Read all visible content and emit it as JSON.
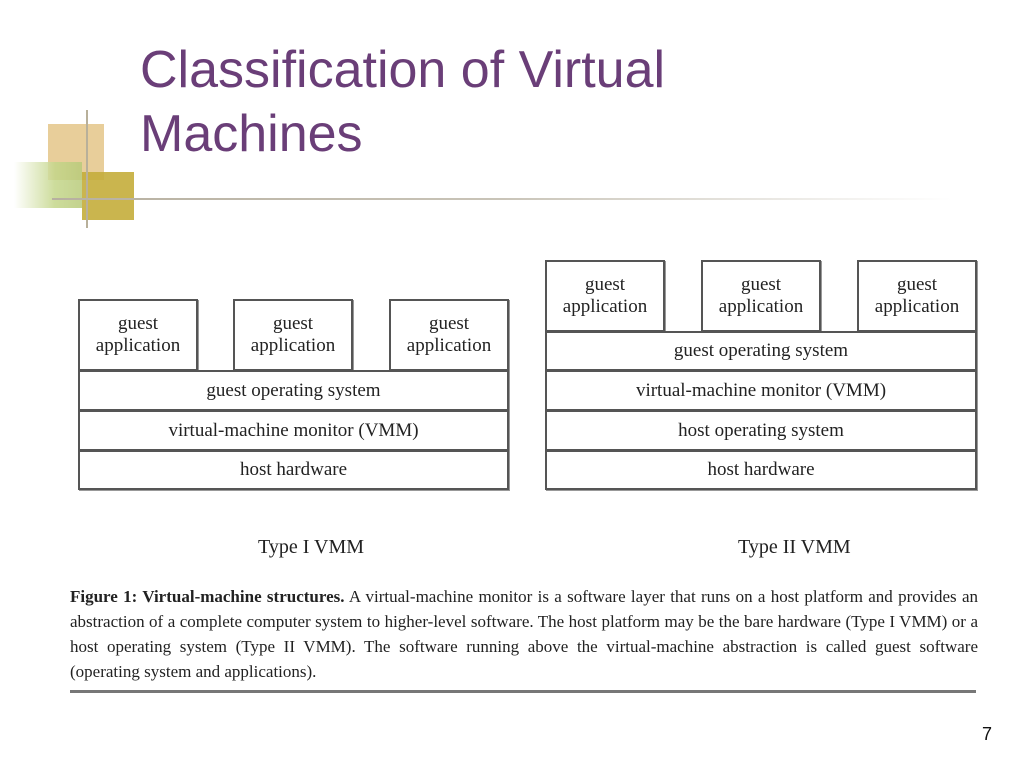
{
  "slide": {
    "title": "Classification of Virtual Machines",
    "page_number": "7"
  },
  "type1": {
    "apps": [
      "guest application",
      "guest application",
      "guest application"
    ],
    "guest_os": "guest operating system",
    "vmm": "virtual-machine monitor (VMM)",
    "hardware": "host hardware",
    "label": "Type I  VMM"
  },
  "type2": {
    "apps": [
      "guest application",
      "guest application",
      "guest application"
    ],
    "guest_os": "guest operating system",
    "vmm": "virtual-machine monitor (VMM)",
    "host_os": "host operating system",
    "hardware": "host hardware",
    "label": "Type II VMM"
  },
  "caption": {
    "heading": "Figure 1: Virtual-machine structures.",
    "text": " A virtual-machine monitor is a software layer that runs on a host platform and provides an abstraction of a complete computer system to higher-level software. The host platform may be the bare hardware (Type I VMM) or a host operating system (Type II VMM). The software running above the virtual-machine abstraction is called guest software (operating system and applications)."
  },
  "colors": {
    "title": "#6a3e78",
    "accent_tan": "#e6c98f",
    "accent_olive": "#c4ad3b",
    "accent_green": "#c4d68a"
  }
}
